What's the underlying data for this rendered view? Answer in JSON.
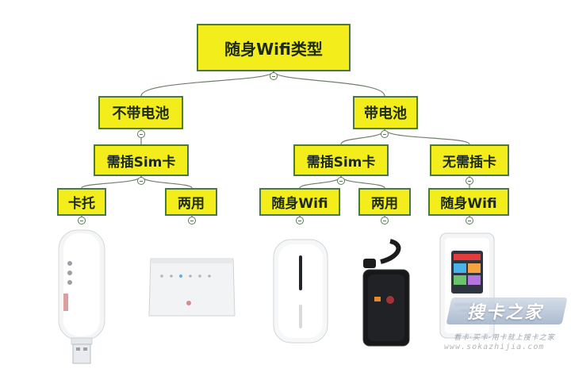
{
  "diagram": {
    "root": "随身Wifi类型",
    "level1": [
      "不带电池",
      "带电池"
    ],
    "level2": [
      "需插Sim卡",
      "需插Sim卡",
      "无需插卡"
    ],
    "leaves": [
      "卡托",
      "两用",
      "随身Wifi",
      "两用",
      "随身Wifi"
    ],
    "devices": [
      "usb-dongle",
      "home-router",
      "pocket-mifi",
      "mifi-with-cable",
      "touchscreen-mifi"
    ]
  },
  "watermark": {
    "logo": "搜卡之家",
    "slogan": "看卡·买卡·用卡就上搜卡之家",
    "url": "www.sokazhijia.com"
  },
  "colors": {
    "node_fill": "#f3ee1b",
    "node_border": "#4a7a3a",
    "connector": "#6f7f6c"
  }
}
